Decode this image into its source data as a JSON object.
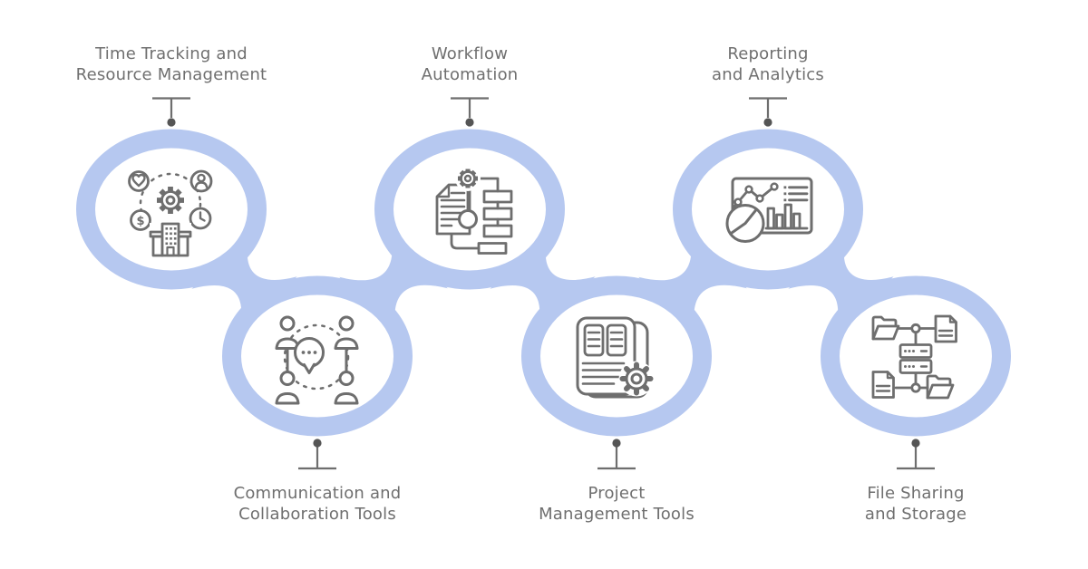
{
  "nodes": [
    {
      "id": "time-tracking-and-resource-management",
      "position": "top",
      "line1": "Time Tracking and",
      "line2": "Resource Management",
      "label": "Time Tracking and Resource Management",
      "icon": "org-resources-gear-icon"
    },
    {
      "id": "communication-and-collaboration-tools",
      "position": "bottom",
      "line1": "Communication and",
      "line2": "Collaboration Tools",
      "label": "Communication and Collaboration Tools",
      "icon": "people-chat-icon"
    },
    {
      "id": "workflow-automation",
      "position": "top",
      "line1": "Workflow",
      "line2": "Automation",
      "label": "Workflow Automation",
      "icon": "document-gear-flowchart-icon"
    },
    {
      "id": "project-management-tools",
      "position": "bottom",
      "line1": "Project",
      "line2": "Management Tools",
      "label": "Project Management Tools",
      "icon": "clipboard-gear-icon"
    },
    {
      "id": "reporting-and-analytics",
      "position": "top",
      "line1": "Reporting",
      "line2": "and Analytics",
      "label": "Reporting and Analytics",
      "icon": "dashboard-charts-icon"
    },
    {
      "id": "file-sharing-and-storage",
      "position": "bottom",
      "line1": "File Sharing",
      "line2": "and Storage",
      "label": "File Sharing and Storage",
      "icon": "server-files-icon"
    }
  ],
  "colors": {
    "ring": "#b6c8f0",
    "icon_stroke": "#6e6e6e",
    "label_text": "#6f6f6f",
    "connector": "#6e6e6e",
    "connector_dot": "#555555",
    "background": "#ffffff"
  }
}
